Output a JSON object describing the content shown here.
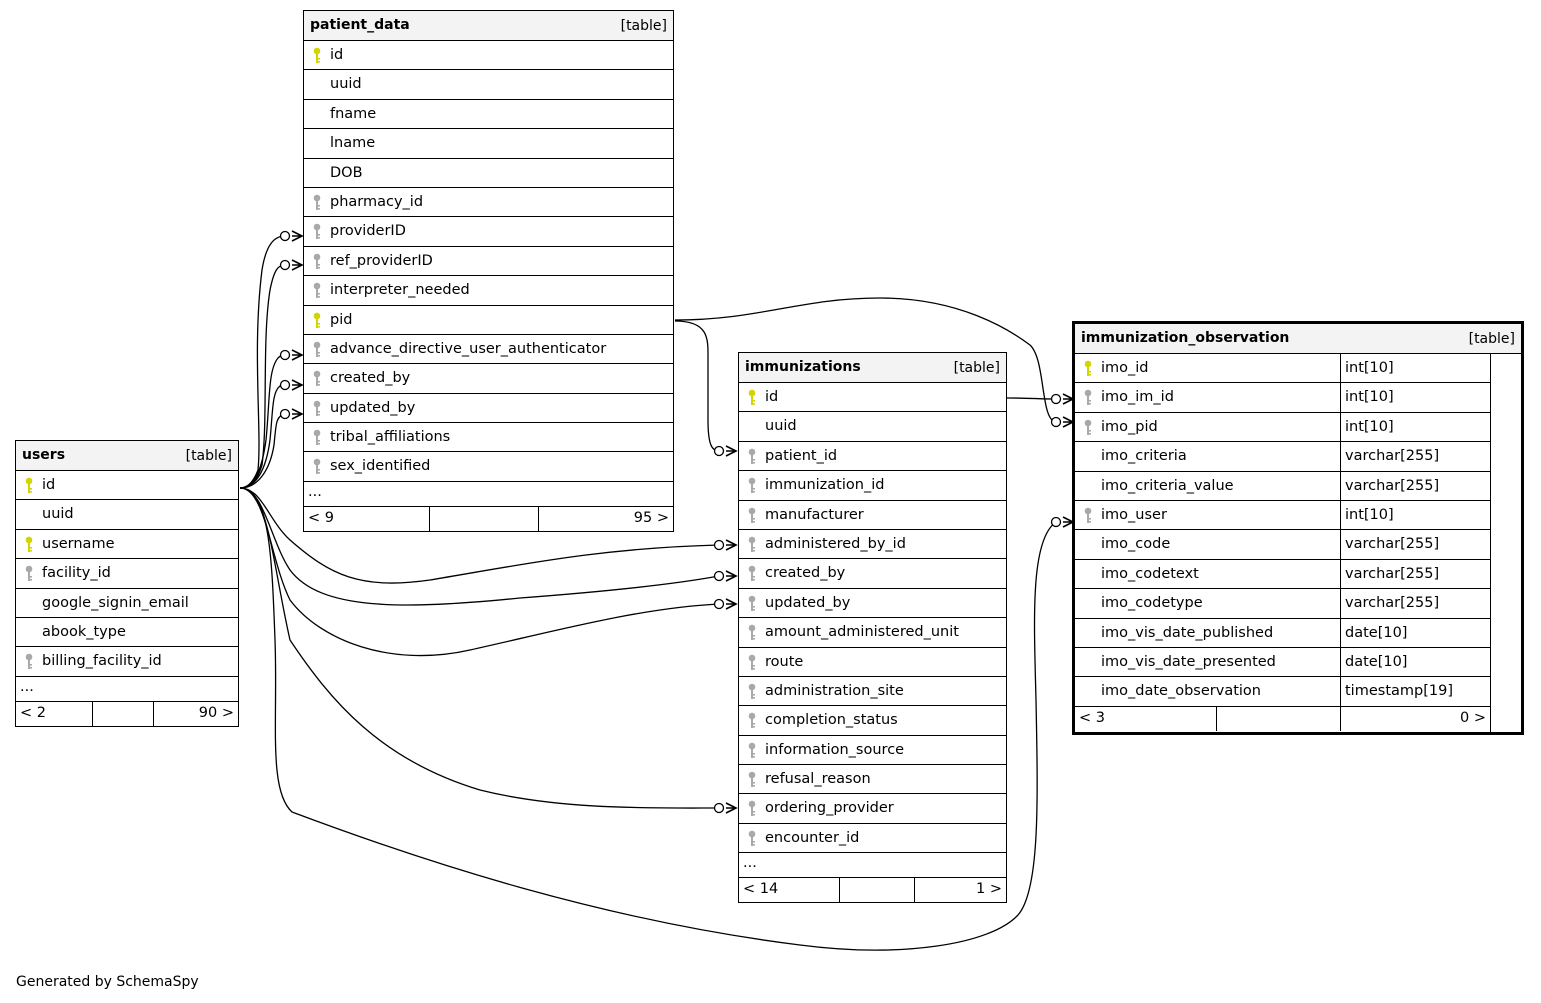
{
  "credit": "Generated by SchemaSpy",
  "colors": {
    "primary_key": "#d4d400",
    "foreign_key": "#a9a9a9",
    "header_bg": "#f3f3f3"
  },
  "tables": {
    "users": {
      "name": "users",
      "tag": "[table]",
      "rows": [
        {
          "name": "id",
          "key": "primary"
        },
        {
          "name": "uuid",
          "key": "none"
        },
        {
          "name": "username",
          "key": "primary"
        },
        {
          "name": "facility_id",
          "key": "foreign"
        },
        {
          "name": "google_signin_email",
          "key": "none"
        },
        {
          "name": "abook_type",
          "key": "none"
        },
        {
          "name": "billing_facility_id",
          "key": "foreign"
        }
      ],
      "more": "...",
      "footer_left": "< 2",
      "footer_right": "90 >"
    },
    "patient_data": {
      "name": "patient_data",
      "tag": "[table]",
      "rows": [
        {
          "name": "id",
          "key": "primary"
        },
        {
          "name": "uuid",
          "key": "none"
        },
        {
          "name": "fname",
          "key": "none"
        },
        {
          "name": "lname",
          "key": "none"
        },
        {
          "name": "DOB",
          "key": "none"
        },
        {
          "name": "pharmacy_id",
          "key": "foreign"
        },
        {
          "name": "providerID",
          "key": "foreign"
        },
        {
          "name": "ref_providerID",
          "key": "foreign"
        },
        {
          "name": "interpreter_needed",
          "key": "foreign"
        },
        {
          "name": "pid",
          "key": "primary"
        },
        {
          "name": "advance_directive_user_authenticator",
          "key": "foreign"
        },
        {
          "name": "created_by",
          "key": "foreign"
        },
        {
          "name": "updated_by",
          "key": "foreign"
        },
        {
          "name": "tribal_affiliations",
          "key": "foreign"
        },
        {
          "name": "sex_identified",
          "key": "foreign"
        }
      ],
      "more": "...",
      "footer_left": "< 9",
      "footer_right": "95 >"
    },
    "immunizations": {
      "name": "immunizations",
      "tag": "[table]",
      "rows": [
        {
          "name": "id",
          "key": "primary"
        },
        {
          "name": "uuid",
          "key": "none"
        },
        {
          "name": "patient_id",
          "key": "foreign"
        },
        {
          "name": "immunization_id",
          "key": "foreign"
        },
        {
          "name": "manufacturer",
          "key": "foreign"
        },
        {
          "name": "administered_by_id",
          "key": "foreign"
        },
        {
          "name": "created_by",
          "key": "foreign"
        },
        {
          "name": "updated_by",
          "key": "foreign"
        },
        {
          "name": "amount_administered_unit",
          "key": "foreign"
        },
        {
          "name": "route",
          "key": "foreign"
        },
        {
          "name": "administration_site",
          "key": "foreign"
        },
        {
          "name": "completion_status",
          "key": "foreign"
        },
        {
          "name": "information_source",
          "key": "foreign"
        },
        {
          "name": "refusal_reason",
          "key": "foreign"
        },
        {
          "name": "ordering_provider",
          "key": "foreign"
        },
        {
          "name": "encounter_id",
          "key": "foreign"
        }
      ],
      "more": "...",
      "footer_left": "< 14",
      "footer_right": "1 >"
    },
    "immunization_observation": {
      "name": "immunization_observation",
      "tag": "[table]",
      "rows": [
        {
          "name": "imo_id",
          "type": "int[10]",
          "key": "primary"
        },
        {
          "name": "imo_im_id",
          "type": "int[10]",
          "key": "foreign"
        },
        {
          "name": "imo_pid",
          "type": "int[10]",
          "key": "foreign"
        },
        {
          "name": "imo_criteria",
          "type": "varchar[255]",
          "key": "none"
        },
        {
          "name": "imo_criteria_value",
          "type": "varchar[255]",
          "key": "none"
        },
        {
          "name": "imo_user",
          "type": "int[10]",
          "key": "foreign"
        },
        {
          "name": "imo_code",
          "type": "varchar[255]",
          "key": "none"
        },
        {
          "name": "imo_codetext",
          "type": "varchar[255]",
          "key": "none"
        },
        {
          "name": "imo_codetype",
          "type": "varchar[255]",
          "key": "none"
        },
        {
          "name": "imo_vis_date_published",
          "type": "date[10]",
          "key": "none"
        },
        {
          "name": "imo_vis_date_presented",
          "type": "date[10]",
          "key": "none"
        },
        {
          "name": "imo_date_observation",
          "type": "timestamp[19]",
          "key": "none"
        }
      ],
      "footer_left": "< 3",
      "footer_right": "0 >"
    }
  }
}
